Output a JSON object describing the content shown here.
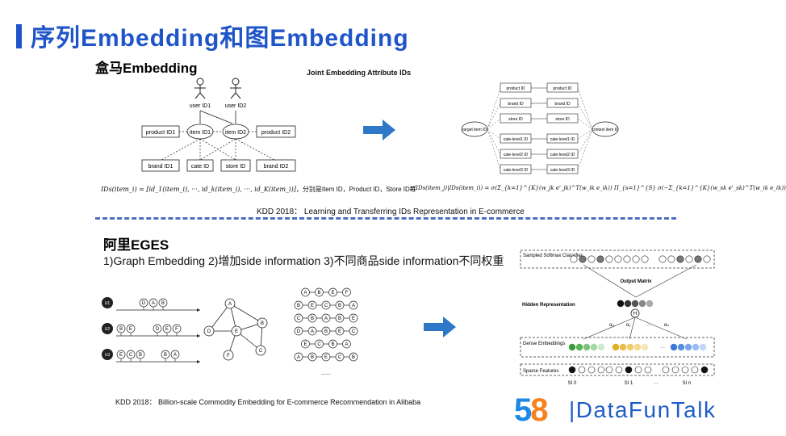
{
  "slide": {
    "title": "序列Embedding和图Embedding",
    "colors": {
      "title": "#1f55c9",
      "arrow": "#2e78c8",
      "divider": "#4a6fc0"
    }
  },
  "hema": {
    "heading": "盒马Embedding",
    "joint_title": "Joint Embedding Attribute IDs",
    "users": [
      "user ID1",
      "user ID2"
    ],
    "nodes_mid": [
      "product ID1",
      "item ID1",
      "item ID2",
      "product ID2"
    ],
    "nodes_bottom": [
      "brand ID1",
      "cate ID",
      "store ID",
      "brand ID2"
    ],
    "formula_left": "IDs(item_i) = [id_1(item_i), ···, id_k(item_i), ···, id_K(item_i)]",
    "formula_note": "，分别是Item ID，Product ID，Store ID等",
    "formula_right": "p(IDs(item_j)|IDs(item_i)) = σ(Σ_{k=1}^{K}(w_jk e'_jk)^T(w_ik e_ik)) Π_{s=1}^{S} σ(−Σ_{k=1}^{K}(w_sk e'_sk)^T(w_ik e_ik))",
    "right_diagram": {
      "target": "target item ID",
      "context": "context item ID",
      "left_boxes": [
        "product ID",
        "brand ID",
        "store ID",
        "cate-level1 ID",
        "cate-level2 ID",
        "cate-level3 ID"
      ],
      "right_boxes": [
        "product ID",
        "brand ID",
        "store ID",
        "cate-level1 ID",
        "cate-level2 ID",
        "cate-level3 ID"
      ]
    },
    "caption": "KDD 2018： Learning and Transferring IDs Representation in E-commerce"
  },
  "eges": {
    "heading": "阿里EGES",
    "description": "1)Graph Embedding 2)增加side information 3)不同商品side information不同权重",
    "users": [
      "U1",
      "U2",
      "U3"
    ],
    "graph_nodes": [
      "A",
      "B",
      "C",
      "D",
      "E",
      "F"
    ],
    "walks": [
      "A-B-E-F",
      "B-E-C-B-A",
      "C-B-A-B-E",
      "D-A-B-E-C",
      "E-C-B-A",
      "A-B-E-C-B"
    ],
    "ellipsis": "......",
    "network": {
      "softmax_label": "Sampled Softmax Classifier",
      "output_label": "Output Matrix",
      "hidden_label": "Hidden Representation",
      "h_node": "H",
      "alphas": [
        "α₀",
        "α₁",
        "···",
        "αₙ"
      ],
      "dense_label": "Dense Embeddings",
      "sparse_label": "Sparse Features",
      "si_labels": [
        "SI 0",
        "SI 1",
        "···",
        "SI n"
      ]
    },
    "caption": "KDD 2018： Billion-scale Commodity Embedding for E-commerce Recommendation in Alibaba"
  },
  "logo": {
    "digit5": "5",
    "digit8": "8",
    "text": "|DataFunTalk"
  }
}
